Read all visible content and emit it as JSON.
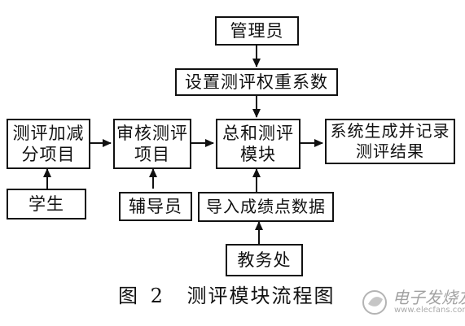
{
  "nodes": {
    "admin": "管理员",
    "weights": "设置测评权重系数",
    "bonus": "测评加减\n分项目",
    "review": "审核测评\n项目",
    "total": "总和测评\n模块",
    "record": "系统生成并记录\n测评结果",
    "student": "学生",
    "counselor": "辅导员",
    "import": "导入成绩点数据",
    "office": "教务处"
  },
  "caption": {
    "figure_label": "图",
    "figure_number": "2",
    "title": "测评模块流程图"
  },
  "watermark": {
    "text": "电子发烧友",
    "url": "www.elecfans.com"
  }
}
